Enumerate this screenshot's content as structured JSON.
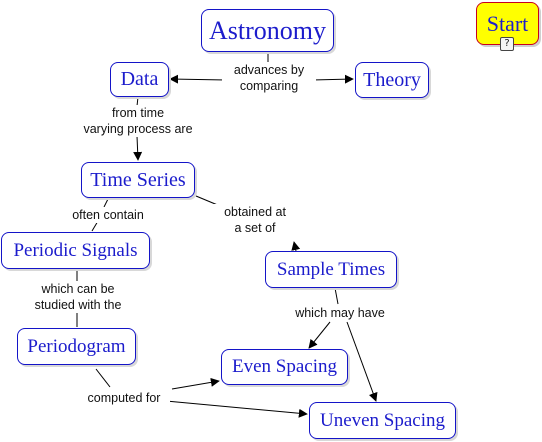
{
  "nodes": {
    "astronomy": "Astronomy",
    "data": "Data",
    "theory": "Theory",
    "time_series": "Time Series",
    "periodic_signals": "Periodic Signals",
    "sample_times": "Sample Times",
    "periodogram": "Periodogram",
    "even_spacing": "Even Spacing",
    "uneven_spacing": "Uneven Spacing"
  },
  "links": {
    "advances_by_comparing": [
      "advances by",
      "comparing"
    ],
    "from_time_varying": [
      "from time",
      "varying process are"
    ],
    "often_contain": [
      "often contain"
    ],
    "obtained_at": [
      "obtained at",
      "a set of"
    ],
    "studied_with": [
      "which can be",
      "studied with the"
    ],
    "which_may_have": [
      "which may have"
    ],
    "computed_for": [
      "computed for"
    ]
  },
  "start_button": {
    "label": "Start",
    "icon": "help-icon"
  },
  "colors": {
    "node_border": "#1414c8",
    "node_text": "#1c1ccc",
    "start_fill": "#ffff00",
    "start_border": "#c8001e"
  }
}
